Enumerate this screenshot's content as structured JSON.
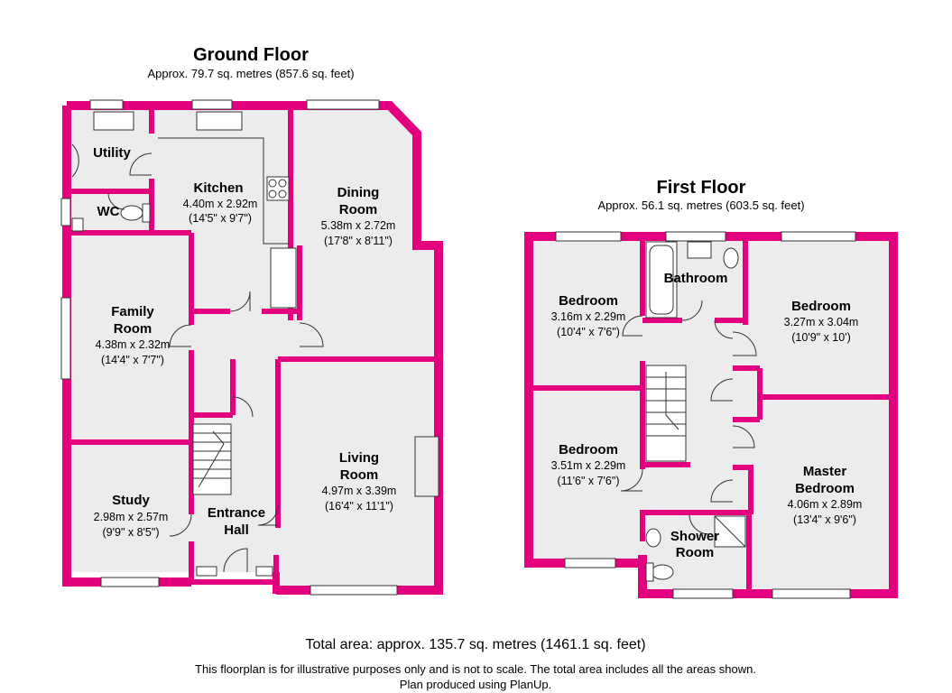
{
  "colors": {
    "wall": "#e3007e",
    "floor": "#ececec",
    "fixture_line": "#333333",
    "window": "#ffffff"
  },
  "ground_floor": {
    "title": "Ground Floor",
    "area": "Approx.  79.7 sq. metres (857.6 sq. feet)",
    "rooms": {
      "utility": {
        "name": "Utility"
      },
      "wc": {
        "name": "WC"
      },
      "kitchen": {
        "name": "Kitchen",
        "metric": "4.40m x 2.92m",
        "imperial": "(14'5\" x 9'7\")"
      },
      "dining": {
        "name1": "Dining",
        "name2": "Room",
        "metric": "5.38m x 2.72m",
        "imperial": "(17'8\" x 8'11\")"
      },
      "family": {
        "name1": "Family",
        "name2": "Room",
        "metric": "4.38m x 2.32m",
        "imperial": "(14'4\" x 7'7\")"
      },
      "living": {
        "name1": "Living",
        "name2": "Room",
        "metric": "4.97m x 3.39m",
        "imperial": "(16'4\" x 11'1\")"
      },
      "study": {
        "name": "Study",
        "metric": "2.98m x 2.57m",
        "imperial": "(9'9\" x 8'5\")"
      },
      "hall": {
        "name1": "Entrance",
        "name2": "Hall"
      }
    }
  },
  "first_floor": {
    "title": "First Floor",
    "area": "Approx.  56.1 sq. metres (603.5 sq. feet)",
    "rooms": {
      "bathroom": {
        "name": "Bathroom"
      },
      "bedroom_nw": {
        "name": "Bedroom",
        "metric": "3.16m x 2.29m",
        "imperial": "(10'4\" x 7'6\")"
      },
      "bedroom_ne": {
        "name": "Bedroom",
        "metric": "3.27m x 3.04m",
        "imperial": "(10'9\" x 10')"
      },
      "bedroom_sw": {
        "name": "Bedroom",
        "metric": "3.51m x 2.29m",
        "imperial": "(11'6\" x 7'6\")"
      },
      "master": {
        "name1": "Master",
        "name2": "Bedroom",
        "metric": "4.06m x 2.89m",
        "imperial": "(13'4\" x 9'6\")"
      },
      "shower": {
        "name1": "Shower",
        "name2": "Room"
      }
    }
  },
  "footer": {
    "total": "Total area: approx. 135.7 sq. metres (1461.1 sq. feet)",
    "disclaimer": "This floorplan is for illustrative purposes only and is not to scale. The total area includes all the areas shown.",
    "credit": "Plan produced using PlanUp."
  }
}
